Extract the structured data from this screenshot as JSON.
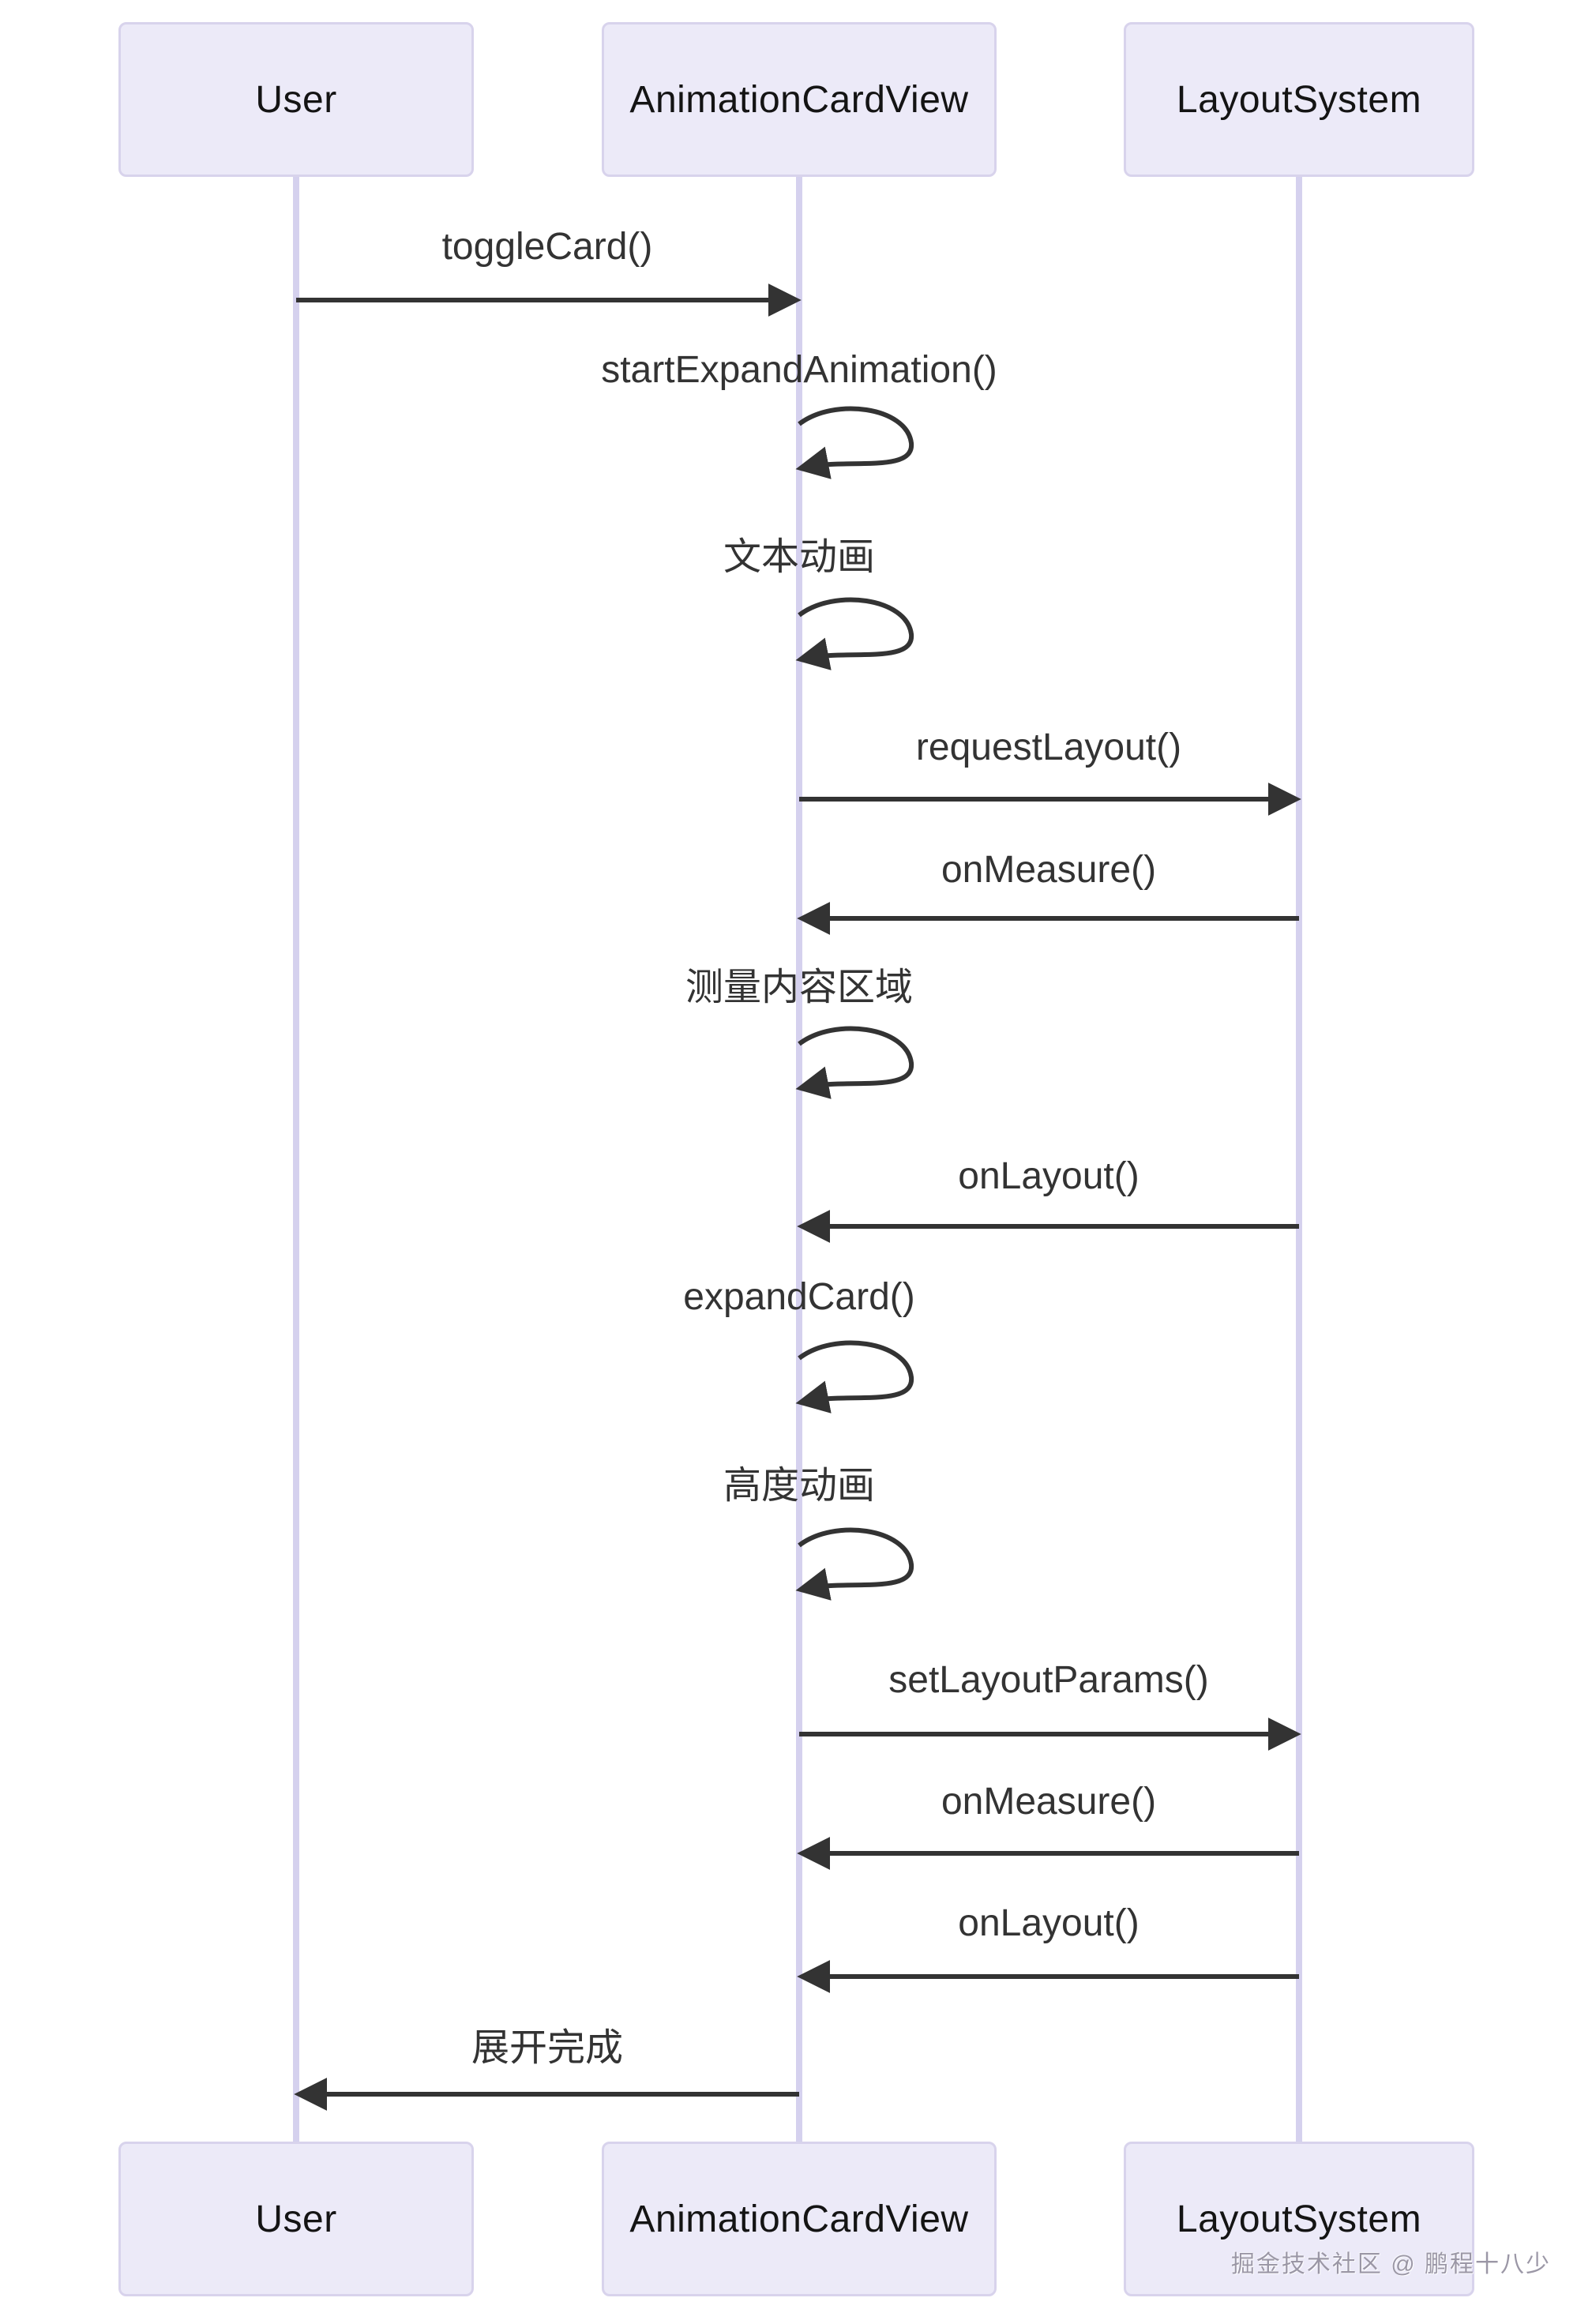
{
  "diagram": {
    "type": "sequence-diagram",
    "participants": [
      {
        "id": "user",
        "label": "User"
      },
      {
        "id": "animation-card-view",
        "label": "AnimationCardView"
      },
      {
        "id": "layout-system",
        "label": "LayoutSystem"
      }
    ],
    "messages": [
      {
        "from": "User",
        "to": "AnimationCardView",
        "type": "arrow",
        "label": "toggleCard()"
      },
      {
        "from": "AnimationCardView",
        "to": "AnimationCardView",
        "type": "self",
        "label": "startExpandAnimation()"
      },
      {
        "from": "AnimationCardView",
        "to": "AnimationCardView",
        "type": "self",
        "label": "文本动画"
      },
      {
        "from": "AnimationCardView",
        "to": "LayoutSystem",
        "type": "arrow",
        "label": "requestLayout()"
      },
      {
        "from": "LayoutSystem",
        "to": "AnimationCardView",
        "type": "arrow",
        "label": "onMeasure()"
      },
      {
        "from": "AnimationCardView",
        "to": "AnimationCardView",
        "type": "self",
        "label": "测量内容区域"
      },
      {
        "from": "LayoutSystem",
        "to": "AnimationCardView",
        "type": "arrow",
        "label": "onLayout()"
      },
      {
        "from": "AnimationCardView",
        "to": "AnimationCardView",
        "type": "self",
        "label": "expandCard()"
      },
      {
        "from": "AnimationCardView",
        "to": "AnimationCardView",
        "type": "self",
        "label": "高度动画"
      },
      {
        "from": "AnimationCardView",
        "to": "LayoutSystem",
        "type": "arrow",
        "label": "setLayoutParams()"
      },
      {
        "from": "LayoutSystem",
        "to": "AnimationCardView",
        "type": "arrow",
        "label": "onMeasure()"
      },
      {
        "from": "LayoutSystem",
        "to": "AnimationCardView",
        "type": "arrow",
        "label": "onLayout()"
      },
      {
        "from": "AnimationCardView",
        "to": "User",
        "type": "arrow",
        "label": "展开完成"
      }
    ],
    "watermark": "掘金技术社区 @ 鹏程十八少",
    "colors": {
      "actor-fill": "#ECEAF8",
      "actor-border": "#D8D3EC",
      "lifeline": "#D5D1EE",
      "arrow": "#333333",
      "actor-text": "#141414",
      "message-text": "#333333",
      "watermark": "#9B97A6",
      "background": "#FFFFFF"
    }
  }
}
